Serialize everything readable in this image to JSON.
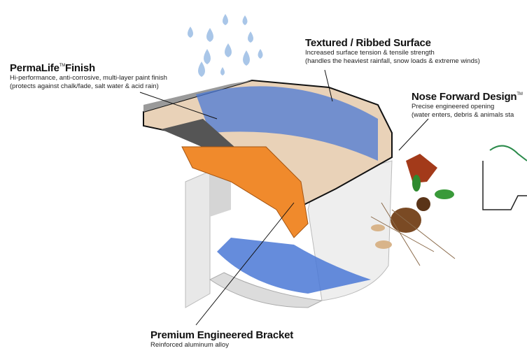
{
  "callouts": {
    "permalife": {
      "title": "PermaLife",
      "tm": "TM",
      "title_suffix": "Finish",
      "lines": [
        "Hi-performance, anti-corrosive, multi-layer paint finish",
        "(protects against chalk/fade, salt water & acid rain)"
      ]
    },
    "textured": {
      "title": "Textured / Ribbed Surface",
      "lines": [
        "Increased surface tension & tensile strength",
        "(handles the heaviest rainfall, snow loads & extreme winds)"
      ]
    },
    "nose": {
      "title": "Nose Forward Design",
      "tm": "TM",
      "lines": [
        "Precise engineered opening",
        "(water enters, debris & animals sta"
      ]
    },
    "bracket": {
      "title": "Premium Engineered Bracket",
      "lines": [
        "Reinforced aluminum alloy"
      ]
    }
  },
  "colors": {
    "water": "#4a78d6",
    "drops": "#a9c6e8",
    "bracket": "#f08a2c",
    "cover": "#e9d2b8",
    "gutter": "#e6e6e6"
  }
}
